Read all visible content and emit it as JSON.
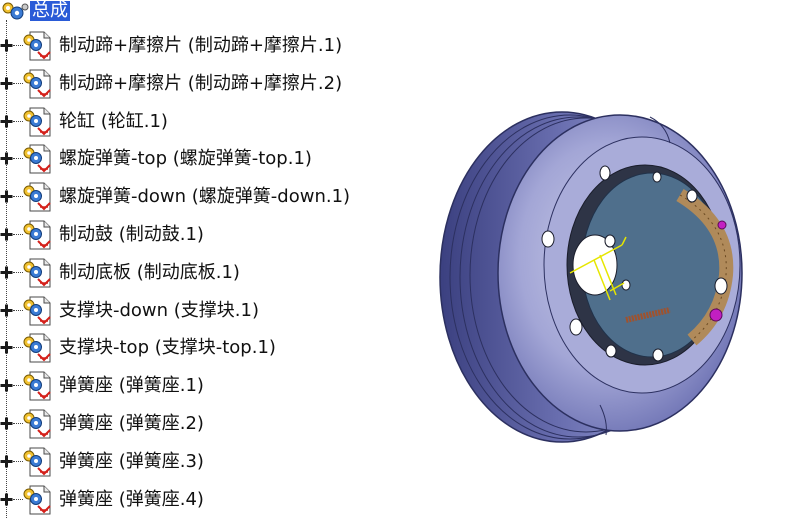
{
  "tree": {
    "root": {
      "label": "总成",
      "icon": "product-icon"
    },
    "items": [
      {
        "label": "制动蹄+摩擦片 (制动蹄+摩擦片.1)",
        "icon": "part-icon"
      },
      {
        "label": "制动蹄+摩擦片 (制动蹄+摩擦片.2)",
        "icon": "part-icon"
      },
      {
        "label": "轮缸 (轮缸.1)",
        "icon": "part-icon"
      },
      {
        "label": "螺旋弹簧-top (螺旋弹簧-top.1)",
        "icon": "part-icon"
      },
      {
        "label": "螺旋弹簧-down (螺旋弹簧-down.1)",
        "icon": "part-icon"
      },
      {
        "label": "制动鼓 (制动鼓.1)",
        "icon": "part-icon"
      },
      {
        "label": "制动底板 (制动底板.1)",
        "icon": "part-icon"
      },
      {
        "label": "支撑块-down (支撑块.1)",
        "icon": "part-icon"
      },
      {
        "label": "支撑块-top (支撑块-top.1)",
        "icon": "part-icon"
      },
      {
        "label": "弹簧座 (弹簧座.1)",
        "icon": "part-icon"
      },
      {
        "label": "弹簧座 (弹簧座.2)",
        "icon": "part-icon"
      },
      {
        "label": "弹簧座 (弹簧座.3)",
        "icon": "part-icon"
      },
      {
        "label": "弹簧座 (弹簧座.4)",
        "icon": "part-icon"
      }
    ]
  },
  "viewport": {
    "model": "brake-drum-assembly"
  },
  "colors": {
    "selection": "#2a5bd7",
    "drum": "#8a8fc6",
    "drum_dark": "#454a86",
    "backing_plate": "#4f6f8c",
    "lining": "#b08a5a",
    "axis": "#e6e600"
  }
}
